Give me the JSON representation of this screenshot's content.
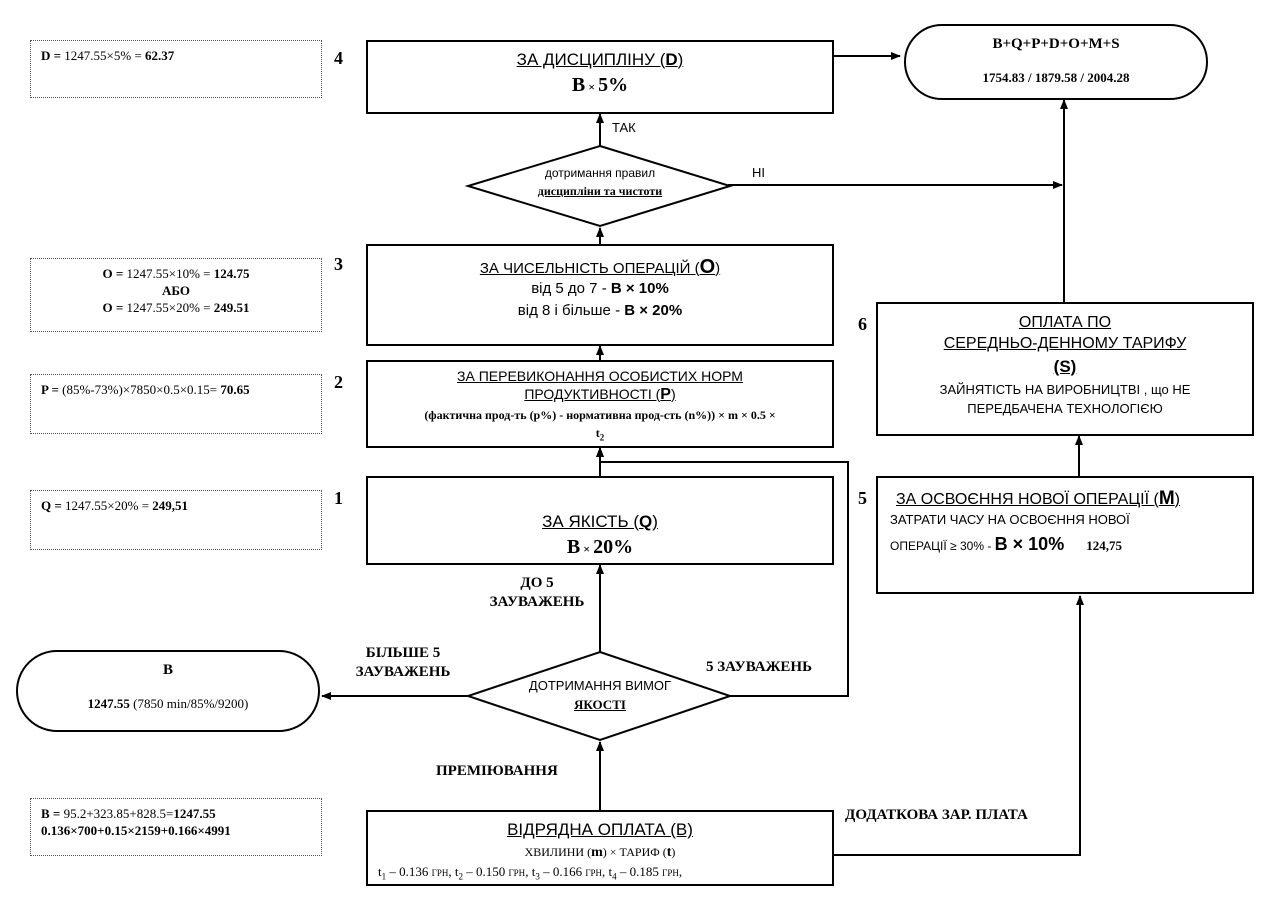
{
  "notes": {
    "d": {
      "prefix": "D = ",
      "expr": "1247.55×5% = ",
      "result": "62.37"
    },
    "o": {
      "line1_prefix": "O = ",
      "line1_expr": "1247.55×10% = ",
      "line1_result": "124.75",
      "or": "АБО",
      "line2_prefix": "O = ",
      "line2_expr": "1247.55×20% = ",
      "line2_result": "249.51"
    },
    "p": {
      "prefix": "P = ",
      "expr": "(85%-73%)×7850×0.5×0.15= ",
      "result": "70.65"
    },
    "q": {
      "prefix": "Q = ",
      "expr": "1247.55×20% = ",
      "result": "249,51"
    },
    "b": {
      "line1_prefix": "B = ",
      "line1_expr": "95.2+323.85+828.5=",
      "line1_result": "1247.55",
      "line2": "0.136×700+0.15×2159+0.166×4991"
    }
  },
  "numbers": {
    "n1": "1",
    "n2": "2",
    "n3": "3",
    "n4": "4",
    "n5": "5",
    "n6": "6"
  },
  "boxes": {
    "discipline": {
      "title_pre": "ЗА ДИСЦИПЛІНУ (",
      "title_letter": "D",
      "title_post": ")",
      "formula_a": "B",
      "formula_op": " × ",
      "formula_b": "5%"
    },
    "operations": {
      "title_pre": "ЗА ЧИСЕЛЬНІСТЬ ОПЕРАЦІЙ (",
      "title_letter": "O",
      "title_post": ")",
      "line1_text": "від 5 до 7   -  ",
      "line1_formula": "В × 10%",
      "line2_text": "від 8 і більше   -  ",
      "line2_formula": "В × 20%"
    },
    "productivity": {
      "title_line1": "ЗА ПЕРЕВИКОНАННЯ ОСОБИСТИХ НОРМ",
      "title_line2_pre": "ПРОДУКТИВНОСТІ (",
      "title_letter": "P",
      "title_line2_post": ")",
      "formula": "(фактична прод-ть (p%) - нормативна прод-сть (n%)) × m × 0.5 ×",
      "formula_t": "t",
      "formula_sub": "2"
    },
    "quality": {
      "title_pre": "ЗА ЯКІСТЬ (",
      "title_letter": "Q",
      "title_post": ")",
      "formula_a": "B",
      "formula_op": " × ",
      "formula_b": "20%"
    },
    "piecework": {
      "title": "ВІДРЯДНА ОПЛАТА (B)",
      "line2_pre": "ХВИЛИНИ (",
      "line2_m": "m",
      "line2_mid": ") × ТАРИФ (",
      "line2_t": "t",
      "line2_post": ")",
      "rates": [
        {
          "t": "t",
          "sub": "1",
          "val": " – 0.136 ",
          "unit": "ГРН",
          "sep": ", "
        },
        {
          "t": "t",
          "sub": "2",
          "val": " – 0.150 ",
          "unit": "ГРН",
          "sep": ", "
        },
        {
          "t": "t",
          "sub": "3",
          "val": " – 0.166 ",
          "unit": "ГРН",
          "sep": ", "
        },
        {
          "t": "t",
          "sub": "4",
          "val": " – 0.185 ",
          "unit": "ГРН",
          "sep": ","
        }
      ]
    },
    "new_operation": {
      "title_pre": "ЗА ОСВОЄННЯ НОВОЇ ОПЕРАЦІЇ (",
      "title_letter": "M",
      "title_post": ")",
      "line1": "ЗАТРАТИ ЧАСУ НА ОСВОЄННЯ НОВОЇ",
      "line2_text": "ОПЕРАЦІЇ ≥ 30%  -  ",
      "line2_formula": "В × 10%",
      "line2_value": "124,75"
    },
    "average_tariff": {
      "line1": "ОПЛАТА ПО",
      "line2": "СЕРЕДНЬО-ДЕННОМУ  ТАРИФУ",
      "line3": "(S)",
      "line4": "ЗАЙНЯТІСТЬ НА ВИРОБНИЦТВІ , що НЕ",
      "line5": "ПЕРЕДБАЧЕНА ТЕХНОЛОГІЄЮ"
    }
  },
  "terminals": {
    "total": {
      "title": "B+Q+P+D+O+M+S",
      "values": "1754.83 / 1879.58 / 2004.28"
    },
    "base": {
      "title": "B",
      "value": "1247.55",
      "detail": " (7850 min/85%/9200)"
    }
  },
  "decisions": {
    "discipline": {
      "line1": "дотримання правил",
      "line2": "дисципліни та чистоти"
    },
    "quality": {
      "line1": "ДОТРИМАННЯ ВИМОГ",
      "line2": "ЯКОСТІ"
    }
  },
  "edge_labels": {
    "yes": "ТАК",
    "no": "НІ",
    "up_to_5_line1": "ДО 5",
    "up_to_5_line2": "ЗАУВАЖЕНЬ",
    "more_than_5_line1": "БІЛЬШЕ 5",
    "more_than_5_line2": "ЗАУВАЖЕНЬ",
    "five_remarks": "5 ЗАУВАЖЕНЬ",
    "bonus": "ПРЕМІЮВАННЯ",
    "additional_pay": "ДОДАТКОВА  ЗАР. ПЛАТА"
  }
}
